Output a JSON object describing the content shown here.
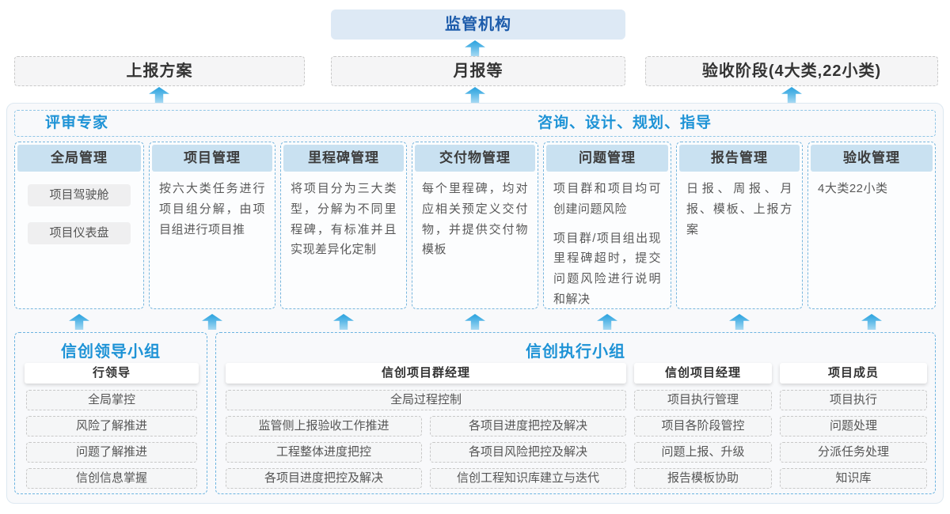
{
  "top": {
    "regulator": "监管机构",
    "channels": [
      "上报方案",
      "月报等",
      "验收阶段(4大类,22小类)"
    ]
  },
  "platform": {
    "left_label": "评审专家",
    "right_label": "咨询、设计、规划、指导",
    "columns": [
      {
        "title": "全局管理",
        "pills": [
          "项目驾驶舱",
          "项目仪表盘"
        ]
      },
      {
        "title": "项目管理",
        "paragraphs": [
          "按六大类任务进行项目组分解，由项目组进行项目推"
        ]
      },
      {
        "title": "里程碑管理",
        "paragraphs": [
          "将项目分为三大类型，分解为不同里程碑，有标准并且实现差异化定制"
        ]
      },
      {
        "title": "交付物管理",
        "paragraphs": [
          "每个里程碑，均对应相关预定义交付物，并提供交付物模板"
        ]
      },
      {
        "title": "问题管理",
        "paragraphs": [
          "项目群和项目均可创建问题风险",
          "项目群/项目组出现里程碑超时，提交问题风险进行说明和解决"
        ]
      },
      {
        "title": "报告管理",
        "paragraphs": [
          "日报、周报、月报、模板、上报方案"
        ]
      },
      {
        "title": "验收管理",
        "paragraphs": [
          "4大类22小类"
        ]
      }
    ]
  },
  "groups": {
    "leader": {
      "title": "信创领导小组",
      "role": "行领导",
      "items": [
        "全局掌控",
        "风险了解推进",
        "问题了解推进",
        "信创信息掌握"
      ]
    },
    "exec": {
      "title": "信创执行小组",
      "program_manager": {
        "role": "信创项目群经理",
        "full_item": "全局过程控制",
        "left_items": [
          "监管侧上报验收工作推进",
          "工程整体进度把控",
          "各项目进度把控及解决"
        ],
        "right_items": [
          "各项目进度把控及解决",
          "各项目风险把控及解决",
          "信创工程知识库建立与迭代"
        ]
      },
      "project_manager": {
        "role": "信创项目经理",
        "items": [
          "项目执行管理",
          "项目各阶段管控",
          "问题上报、升级",
          "报告模板协助"
        ]
      },
      "member": {
        "role": "项目成员",
        "items": [
          "项目执行",
          "问题处理",
          "分派任务处理",
          "知识库"
        ]
      }
    }
  },
  "colors": {
    "title_blue": "#1e93d6",
    "regulator_text": "#1d5cab",
    "regulator_bg": "#dde9f5",
    "column_header_bg": "#c9e1f1",
    "dashed_blue_border": "#77b6dd",
    "arrow_top": "#29a2de",
    "arrow_bottom": "#a6d9f2"
  }
}
